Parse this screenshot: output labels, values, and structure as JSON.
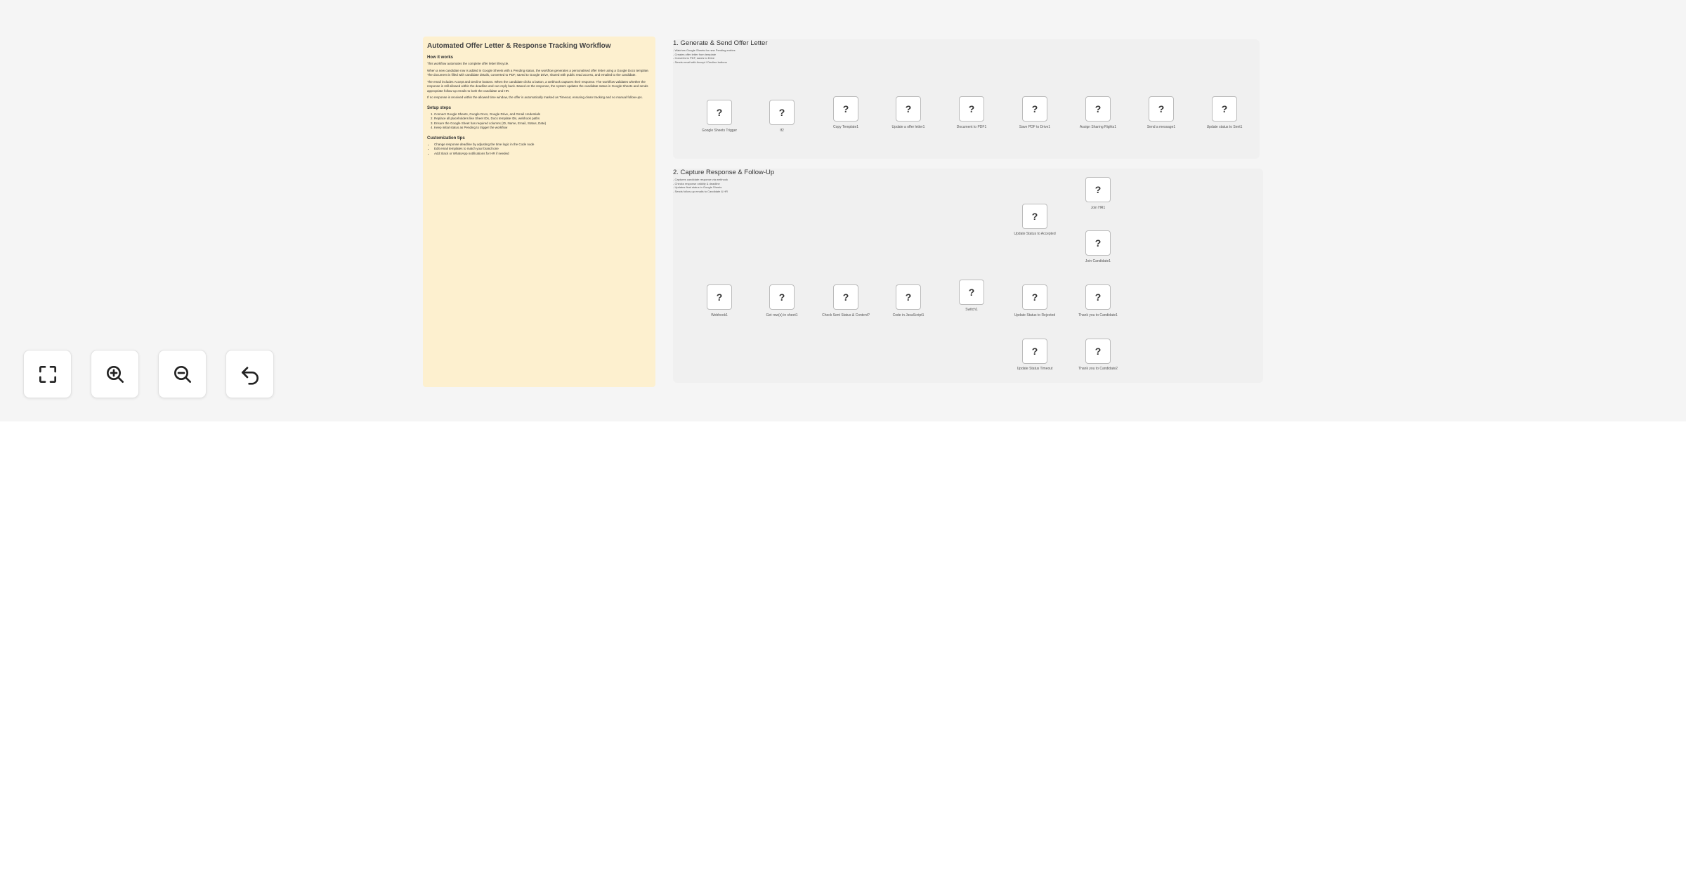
{
  "sticky": {
    "title": "Automated Offer Letter & Response Tracking Workflow",
    "how_heading": "How it works",
    "paras": [
      "This workflow automates the complete offer letter lifecycle.",
      "When a new candidate row is added in Google Sheets with a Pending status, the workflow generates a personalised offer letter using a Google Docs template. The document is filled with candidate details, converted to PDF, saved to Google Drive, shared with public read access, and emailed to the candidate.",
      "The email includes Accept and Decline buttons. When the candidate clicks a button, a webhook captures their response. The workflow validates whether the response is still allowed within the deadline and can reply back. Based on the response, the system updates the candidate status in Google Sheets and sends appropriate follow-up emails to both the candidate and HR.",
      "If no response is received within the allowed time window, the offer is automatically marked as Timeout, ensuring clean tracking and no manual follow-ups."
    ],
    "setup_heading": "Setup steps",
    "setup_steps": [
      "Connect Google Sheets, Google Docs, Google Drive, and Gmail credentials",
      "Replace all placeholders like Sheet IDs, Docs template IDs, webhook paths",
      "Ensure the Google Sheet has required columns (ID, Name, Email, Status, Date)",
      "Keep initial status as Pending to trigger the workflow"
    ],
    "custom_heading": "Customization tips",
    "custom_tips": [
      "Change response deadline by adjusting the time logic in the Code node",
      "Edit email templates to match your brand tone",
      "Add Slack or WhatsApp notifications for HR if needed"
    ]
  },
  "section1": {
    "title": "1. Generate & Send Offer Letter",
    "desc": [
      "- Watches Google Sheets for new Pending entries",
      "- Creates offer letter from template",
      "- Converts to PDF, saves to Drive",
      "- Sends email with Accept / Decline buttons"
    ],
    "nodes": [
      {
        "icon": "?",
        "label": "Google Sheets Trigger"
      },
      {
        "icon": "?",
        "label": "If2"
      },
      {
        "icon": "?",
        "label": "Copy Template1"
      },
      {
        "icon": "?",
        "label": "Update a offer letter1"
      },
      {
        "icon": "?",
        "label": "Document to PDF1"
      },
      {
        "icon": "?",
        "label": "Save PDF to Drive1"
      },
      {
        "icon": "?",
        "label": "Assign Sharing Rights1"
      },
      {
        "icon": "?",
        "label": "Send a message1"
      },
      {
        "icon": "?",
        "label": "Update status to Sent1"
      }
    ]
  },
  "section2": {
    "title": "2. Capture Response & Follow-Up",
    "desc": [
      "- Captures candidate response via webhook",
      "- Checks response validity & deadline",
      "- Updates final status in Google Sheets",
      "- Sends follow-up emails to Candidate & HR"
    ],
    "nodes": [
      {
        "icon": "?",
        "label": "Webhook1"
      },
      {
        "icon": "?",
        "label": "Get row(s) in sheet1"
      },
      {
        "icon": "?",
        "label": "Check Sent Status & Content?"
      },
      {
        "icon": "?",
        "label": "Code in JavaScript1"
      },
      {
        "icon": "?",
        "label": "Switch1"
      },
      {
        "icon": "?",
        "label": "Update Status to Accepted"
      },
      {
        "icon": "?",
        "label": "Join HR1"
      },
      {
        "icon": "?",
        "label": "Join Candidate1"
      },
      {
        "icon": "?",
        "label": "Update Status to Rejected"
      },
      {
        "icon": "?",
        "label": "Thank you to Candidate1"
      },
      {
        "icon": "?",
        "label": "Update Status Timeout"
      },
      {
        "icon": "?",
        "label": "Thank you to Candidate2"
      }
    ]
  },
  "controls": [
    {
      "name": "fit-view-button",
      "icon": "fullscreen-icon"
    },
    {
      "name": "zoom-in-button",
      "icon": "zoom-in-icon"
    },
    {
      "name": "zoom-out-button",
      "icon": "zoom-out-icon"
    },
    {
      "name": "undo-button",
      "icon": "undo-icon"
    }
  ]
}
